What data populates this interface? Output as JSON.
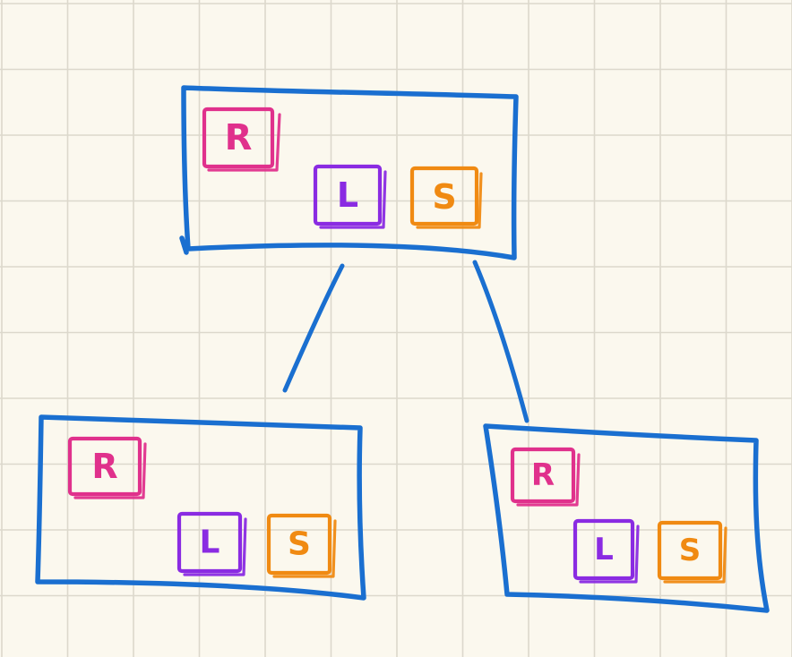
{
  "colors": {
    "paper": "#fbf8ee",
    "grid": "#dcd8cc",
    "node_border": "#1a6fd0",
    "edge": "#1a6fd0",
    "letter_r": "#e0318c",
    "letter_l": "#8a2be2",
    "letter_s": "#f08a12"
  },
  "nodes": {
    "root": {
      "r_label": "R",
      "l_label": "L",
      "s_label": "S"
    },
    "left_child": {
      "r_label": "R",
      "l_label": "L",
      "s_label": "S"
    },
    "right_child": {
      "r_label": "R",
      "l_label": "L",
      "s_label": "S"
    }
  }
}
